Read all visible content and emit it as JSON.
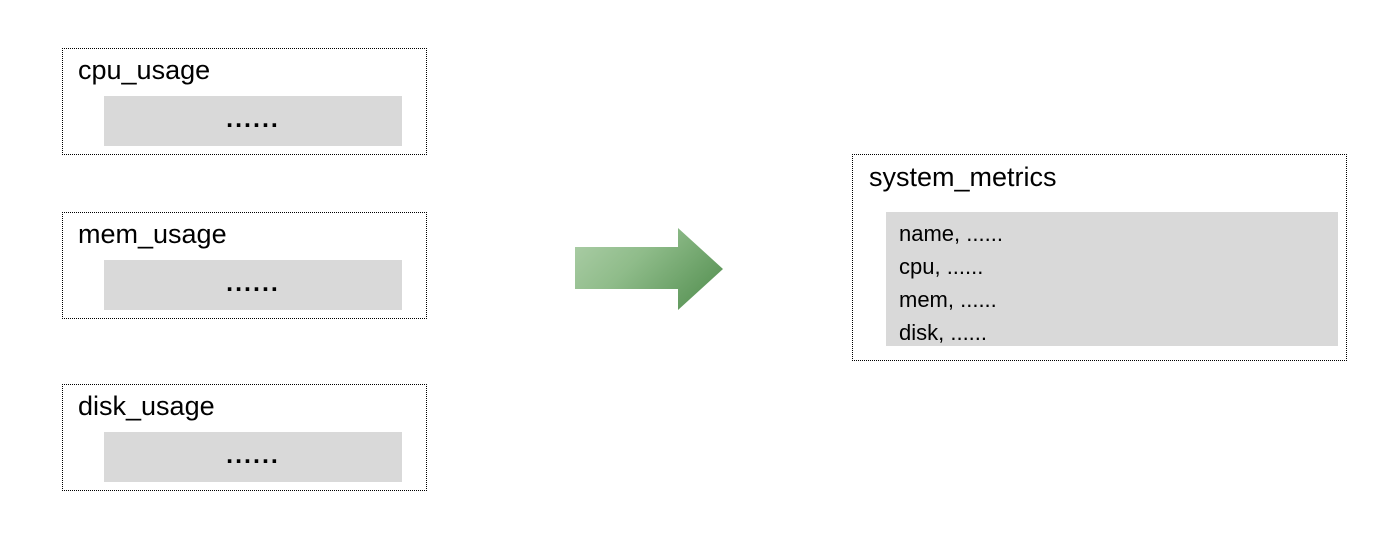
{
  "diagram": {
    "source_tables": [
      {
        "title": "cpu_usage",
        "body_dots": "......"
      },
      {
        "title": "mem_usage",
        "body_dots": "......"
      },
      {
        "title": "disk_usage",
        "body_dots": "......"
      }
    ],
    "arrow": {
      "direction": "right",
      "gradient_from": "#aecfa9",
      "gradient_to": "#4e8b4b"
    },
    "result_table": {
      "title": "system_metrics",
      "rows": [
        "name, ......",
        "cpu, ......",
        "mem, ......",
        "disk, ......"
      ]
    },
    "colors": {
      "panel_fill": "#d9d9d9",
      "border": "#000000",
      "background": "#ffffff"
    }
  }
}
